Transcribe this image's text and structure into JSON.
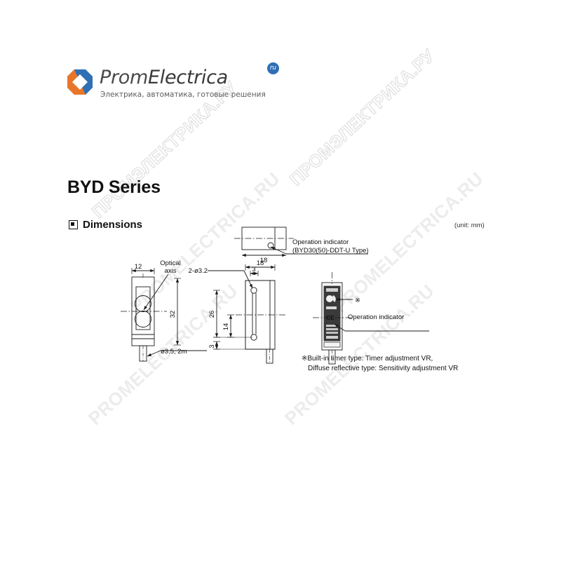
{
  "logo": {
    "word_prom": "Prom",
    "word_electrica": "Electrica",
    "badge": "ru",
    "tagline": "Электрика, автоматика, готовые решения"
  },
  "heading": {
    "series_title": "BYD Series",
    "section": "Dimensions",
    "unit_note": "(unit: mm)"
  },
  "views": {
    "front": {
      "width_dim": "12",
      "height_dim": "32",
      "optical_axis_label_line1": "Optical",
      "optical_axis_label_line2": "axis",
      "cable_label": "ø3.5, 2m"
    },
    "side": {
      "depth_dim": "18",
      "offset_dim": "3",
      "hole_label": "2-ø3.2",
      "hole_span_dim": "26",
      "mid_dim": "14",
      "bottom_dim": "3"
    },
    "top": {
      "width_dim": "18",
      "indicator_label_line1": "Operation indicator",
      "indicator_label_line2": "(BYD30(50)-DDT-U Type)"
    },
    "label_view": {
      "indicator_label": "Operation indicator",
      "vr_marker": "※",
      "ce_text": "CE"
    }
  },
  "footnote": {
    "line1": "※Built-in timer type: Timer adjustment VR,",
    "line2": "Diffuse reflective type: Sensitivity adjustment VR"
  },
  "watermarks": {
    "ru_text": "ПРОМЭЛЕКТРИКА.РУ",
    "en_text": "PROMELECTRICA.RU"
  },
  "colors": {
    "logo_blue": "#2f6fb5",
    "logo_orange": "#e8762a",
    "line": "#1a1a1a",
    "label_dark": "#2a2a2a"
  }
}
